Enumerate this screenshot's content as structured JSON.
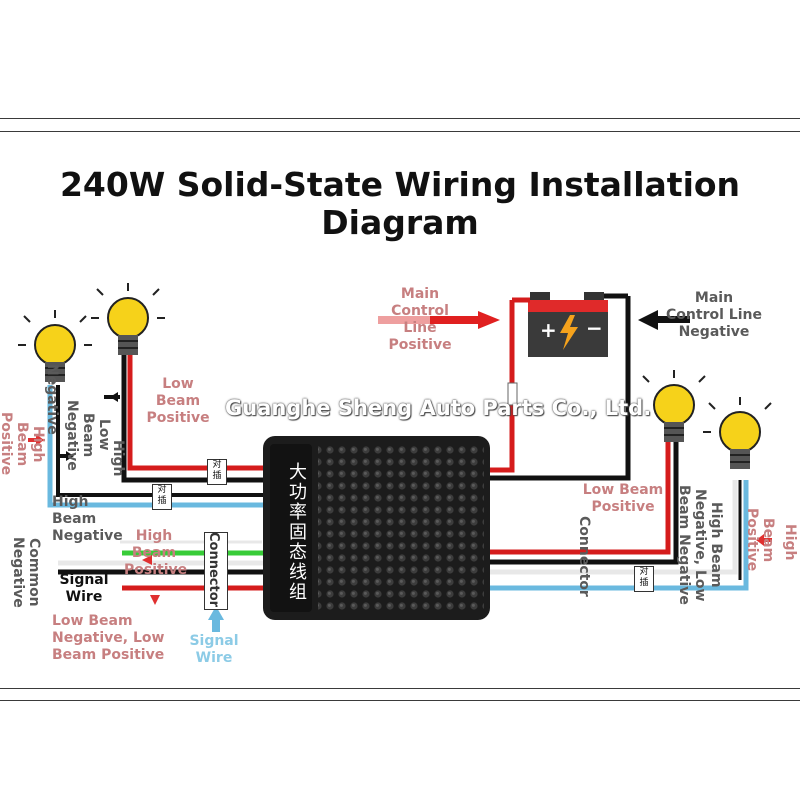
{
  "title_line1": "240W Solid-State Wiring Installation",
  "title_line2": "Diagram",
  "watermark": "Guanghe Sheng Auto Parts Co., Ltd.",
  "module_text": "大功率固态线组",
  "colors": {
    "red_wire": "#d51c1c",
    "black_wire": "#111111",
    "blue_wire": "#6ab9df",
    "green_wire": "#38cc38",
    "white_wire": "#e8e8e8",
    "bulb_yellow": "#f6d21a",
    "label_red": "#c77f80",
    "label_dark": "#5a5a5a",
    "label_blue": "#8ccbe6"
  },
  "labels": {
    "main_control_line": "Main\nControl\nLine\nPositive",
    "main_control_negative": "Main\nControl Line\nNegative",
    "low_beam_positive_left": "Low\nBeam\nPositive",
    "high_beam_negative_left": "High\nBeam\nNegative",
    "high_beam_left_lower": "High\nBeam\nPositive",
    "signal_wire_black": "Signal\nWire",
    "low_beam_neg_low_beam_pos": "Low Beam\nNegative, Low\nBeam Positive",
    "signal_wire_blue": "Signal\nWire",
    "low_beam_positive_right": "Low Beam\nPositive",
    "v_negative_top": "Negative",
    "v_low_beam_negative": "Low\nBeam Negative",
    "v_high": "High",
    "v_high_beam_positive_left": "High Beam\nPositive",
    "v_common_negative": "Common\nNegative",
    "v_connector_right": "Connector",
    "v_high_beam_negative_right": "High Beam\nNegative, Low\nBeam Negative",
    "v_beam_positive_right": "Beam\nPositive",
    "v_high_right": "High",
    "connector_left": "Connector",
    "tag_text": "对\n插"
  }
}
